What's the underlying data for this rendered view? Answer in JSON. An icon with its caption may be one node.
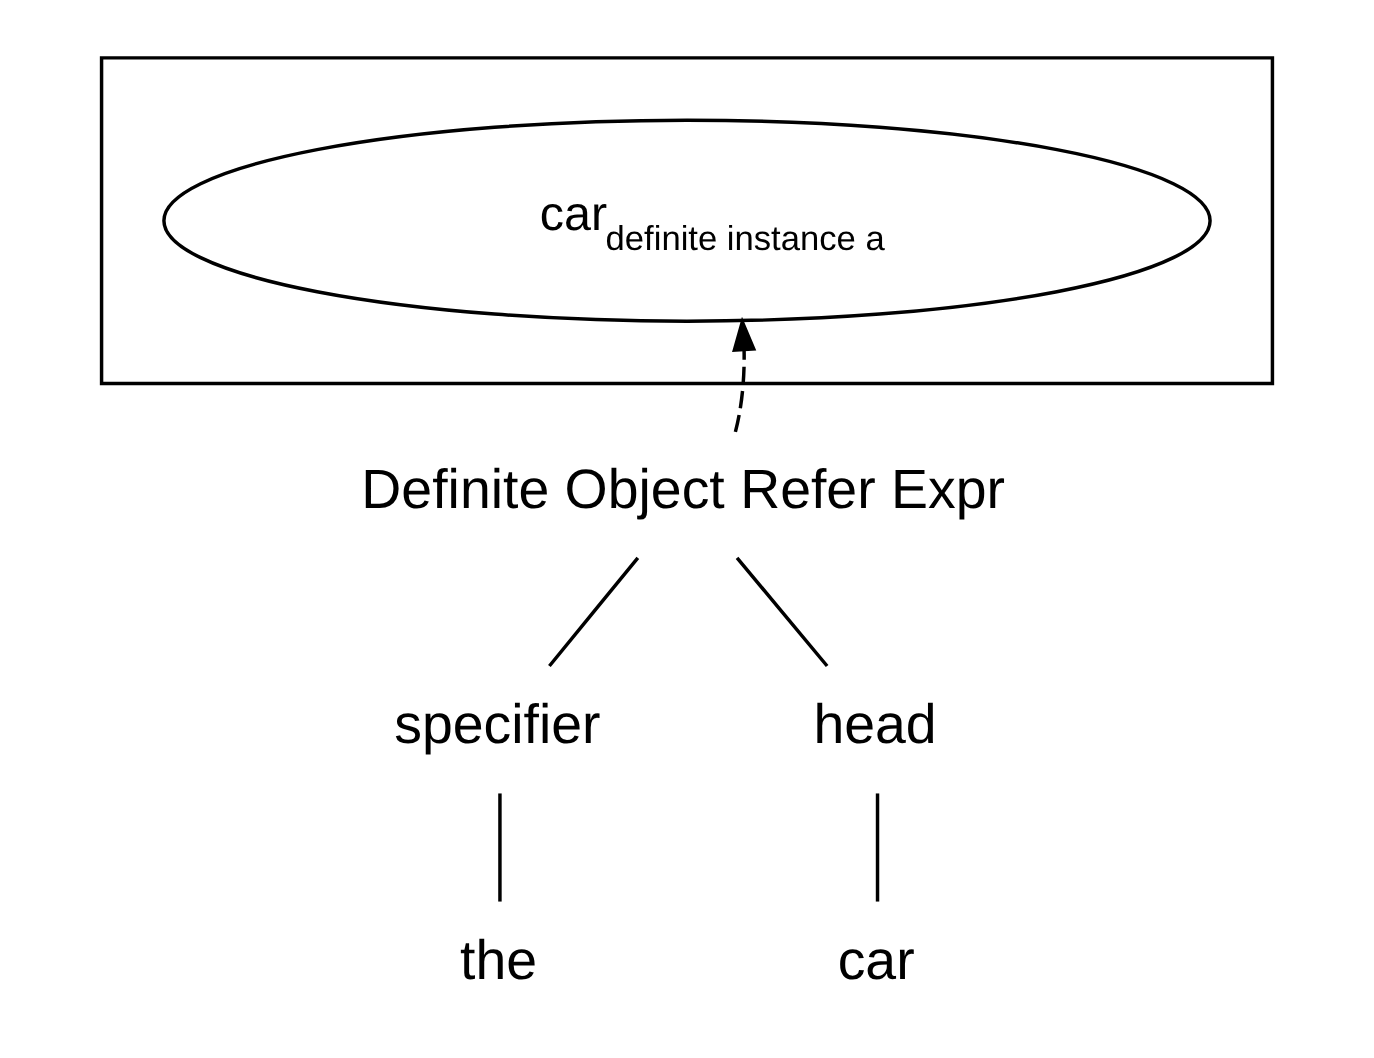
{
  "diagram": {
    "nodes": [
      {
        "text": [],
        "shape": "box"
      },
      {
        "text": [
          "car$_{definite instance a}$"
        ],
        "in": 0
      },
      {
        "text": [
          "Definite Object Refer Expr"
        ]
      },
      {
        "text": [
          "specifier"
        ]
      },
      {
        "text": [
          "head"
        ]
      },
      {
        "text": [
          "the"
        ]
      },
      {
        "text": [
          "car"
        ]
      }
    ],
    "edges": [
      {
        "from": 2,
        "to": 1,
        "arrow": "to",
        "style": "dashed"
      },
      {
        "from": 2,
        "to": 3,
        "arrow": "none"
      },
      {
        "from": 2,
        "to": 4,
        "arrow": "none"
      },
      {
        "from": 3,
        "to": 5,
        "arrow": "none"
      },
      {
        "from": 4,
        "to": 6,
        "arrow": "none"
      }
    ]
  }
}
